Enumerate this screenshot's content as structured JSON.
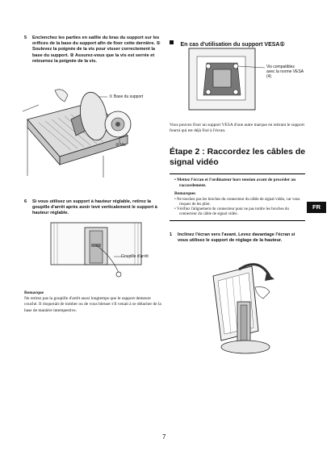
{
  "step5": {
    "num": "5",
    "text": "Enclenchez les parties en saillie du bras du support sur les orifices de la base du support afin de fixer cette dernière. ① Soulevez la poignée de la vis pour visser correctement la base du support. ② Assurez-vous que la vis est serrée et retournez la poignée de la vis.",
    "label_base": "① Base du support",
    "label_vis": "② Vis"
  },
  "step6": {
    "num": "6",
    "text": "Si vous utilisez un support à hauteur réglable, retirez la goupille d'arrêt après avoir levé verticalement le support à hauteur réglable.",
    "label_goupille": "Goupille d'arrêt"
  },
  "remarque_left": {
    "title": "Remarque",
    "text": "Ne retirez pas la goupille d'arrêt aussi longtemps que le support demeure couché. Il risquerait de tomber ou de vous blesser s'il venait à se détacher de la base de manière intempestive."
  },
  "vesa": {
    "heading": "En cas d'utilisation du support VESA",
    "ref": "①",
    "label": "Vis compatibles avec la norme VESA (4)",
    "text": "Vous pouvez fixer un support VESA d'une autre marque en retirant le support fourni qui est déjà fixé à l'écran."
  },
  "etape2": {
    "title": "Étape 2 : Raccordez les câbles de signal vidéo"
  },
  "notebox": {
    "warning": "Mettez l'écran et l'ordinateur hors tension avant de procéder au raccordement.",
    "title": "Remarques",
    "item1": "Ne touchez pas les broches du connecteur du câble de signal vidéo, car vous risquez de les plier.",
    "item2": "Vérifiez l'alignement du connecteur pour ne pas tordre les broches du connecteur du câble de signal vidéo."
  },
  "step1": {
    "num": "1",
    "text": "Inclinez l'écran vers l'avant. Levez davantage l'écran si vous utilisez le support de réglage de la hauteur."
  },
  "lang_tab": "FR",
  "page_number": "7"
}
